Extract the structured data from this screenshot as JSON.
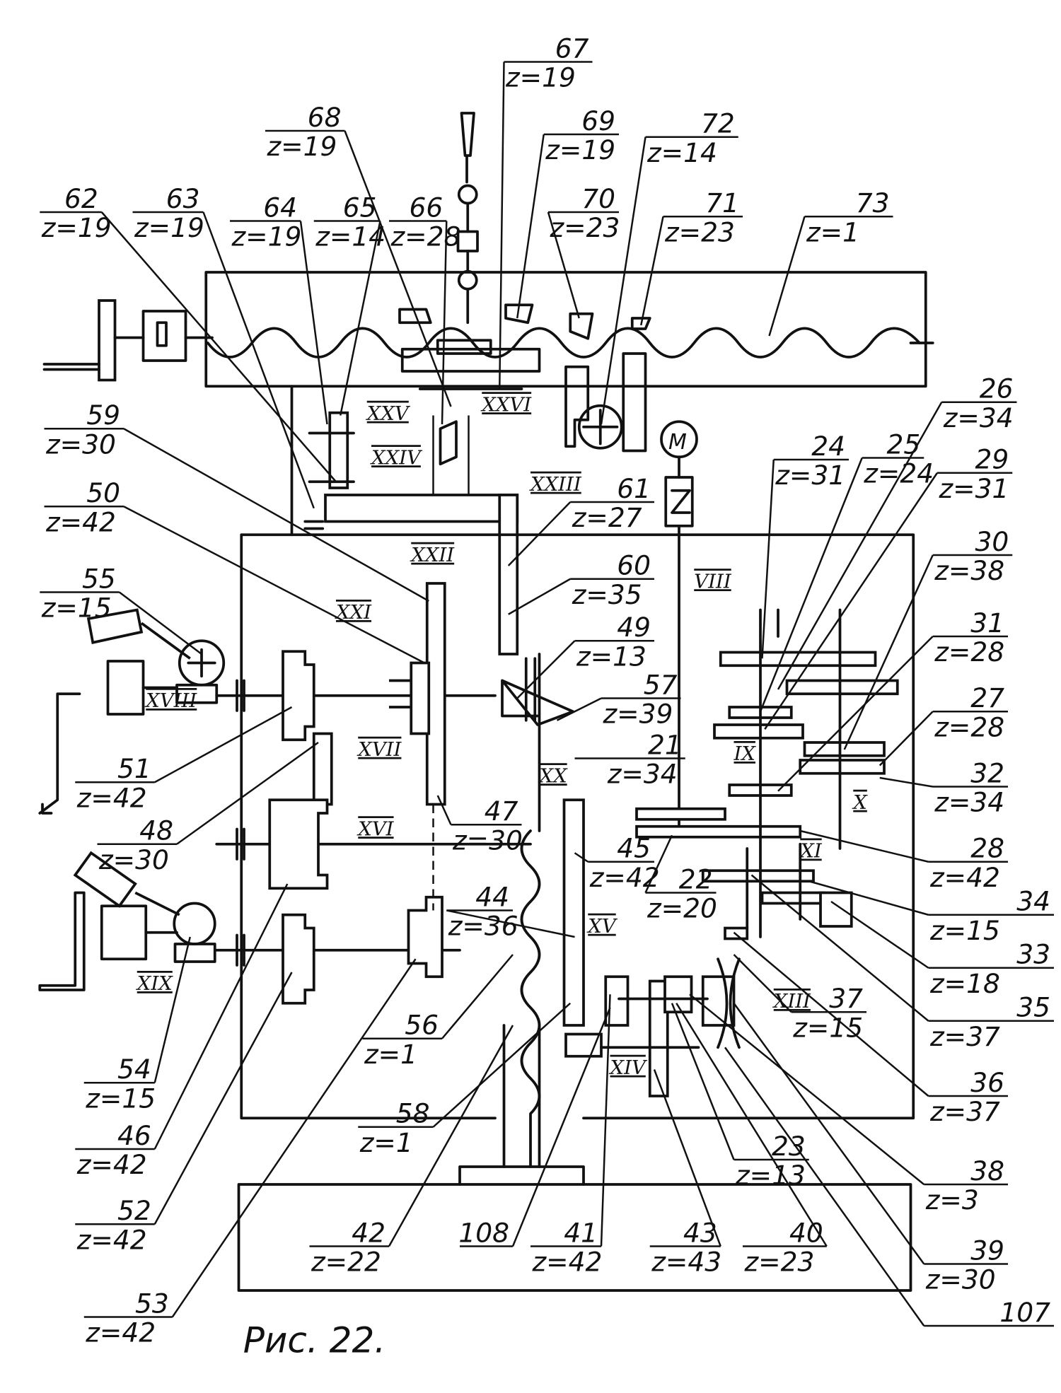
{
  "caption": "Рис. 22.",
  "motor_symbol": "M",
  "labels": [
    {
      "num": "62",
      "z": "z=19"
    },
    {
      "num": "63",
      "z": "z=19"
    },
    {
      "num": "64",
      "z": "z=19"
    },
    {
      "num": "65",
      "z": "z=14"
    },
    {
      "num": "66",
      "z": "z=28"
    },
    {
      "num": "68",
      "z": "z=19"
    },
    {
      "num": "67",
      "z": "z=19"
    },
    {
      "num": "69",
      "z": "z=19"
    },
    {
      "num": "72",
      "z": "z=14"
    },
    {
      "num": "70",
      "z": "z=23"
    },
    {
      "num": "71",
      "z": "z=23"
    },
    {
      "num": "73",
      "z": "z=1"
    },
    {
      "num": "59",
      "z": "z=30"
    },
    {
      "num": "50",
      "z": "z=42"
    },
    {
      "num": "55",
      "z": "z=15"
    },
    {
      "num": "61",
      "z": "z=27"
    },
    {
      "num": "60",
      "z": "z=35"
    },
    {
      "num": "49",
      "z": "z=13"
    },
    {
      "num": "57",
      "z": "z=39"
    },
    {
      "num": "21",
      "z": "z=34"
    },
    {
      "num": "24",
      "z": "z=31"
    },
    {
      "num": "25",
      "z": "z=24"
    },
    {
      "num": "26",
      "z": "z=34"
    },
    {
      "num": "29",
      "z": "z=31"
    },
    {
      "num": "30",
      "z": "z=38"
    },
    {
      "num": "31",
      "z": "z=28"
    },
    {
      "num": "27",
      "z": "z=28"
    },
    {
      "num": "32",
      "z": "z=34"
    },
    {
      "num": "28",
      "z": "z=42"
    },
    {
      "num": "34",
      "z": "z=15"
    },
    {
      "num": "33",
      "z": "z=18"
    },
    {
      "num": "35",
      "z": "z=37"
    },
    {
      "num": "36",
      "z": "z=37"
    },
    {
      "num": "38",
      "z": "z=3"
    },
    {
      "num": "39",
      "z": "z=30"
    },
    {
      "num": "107",
      "z": ""
    },
    {
      "num": "51",
      "z": "z=42"
    },
    {
      "num": "48",
      "z": "z=30"
    },
    {
      "num": "47",
      "z": "z=30"
    },
    {
      "num": "45",
      "z": "z=42"
    },
    {
      "num": "22",
      "z": "z=20"
    },
    {
      "num": "44",
      "z": "z=36"
    },
    {
      "num": "56",
      "z": "z=1"
    },
    {
      "num": "54",
      "z": "z=15"
    },
    {
      "num": "46",
      "z": "z=42"
    },
    {
      "num": "58",
      "z": "z=1"
    },
    {
      "num": "52",
      "z": "z=42"
    },
    {
      "num": "53",
      "z": "z=42"
    },
    {
      "num": "23",
      "z": "z=13"
    },
    {
      "num": "42",
      "z": "z=22"
    },
    {
      "num": "108",
      "z": ""
    },
    {
      "num": "41",
      "z": "z=42"
    },
    {
      "num": "43",
      "z": "z=43"
    },
    {
      "num": "40",
      "z": "z=23"
    },
    {
      "num": "37",
      "z": "z=15"
    }
  ],
  "shafts": [
    "XXV",
    "XXVI",
    "XXIV",
    "XXIII",
    "XXII",
    "XXI",
    "XVIII",
    "XVII",
    "XX",
    "XVI",
    "XV",
    "XIX",
    "XIV",
    "XIII",
    "IX",
    "X",
    "XI",
    "VIII"
  ]
}
